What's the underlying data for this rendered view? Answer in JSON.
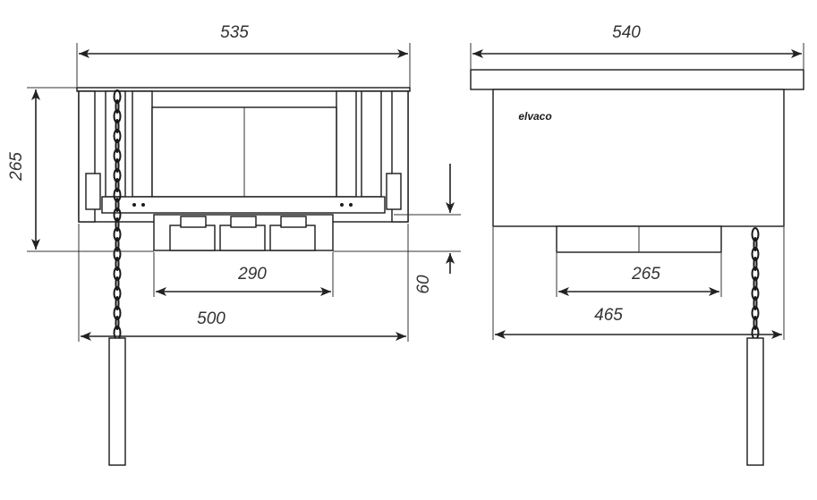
{
  "front_view": {
    "width_top": "535",
    "height": "265",
    "depth_bottom": "290",
    "bottom_offset": "60",
    "width_overall": "500"
  },
  "side_view": {
    "width_top": "540",
    "bottom_width": "265",
    "width_overall": "465",
    "logo_text": "elvaco"
  },
  "colors": {
    "line": "#1a1a1a",
    "text": "#333333",
    "background": "#ffffff"
  }
}
